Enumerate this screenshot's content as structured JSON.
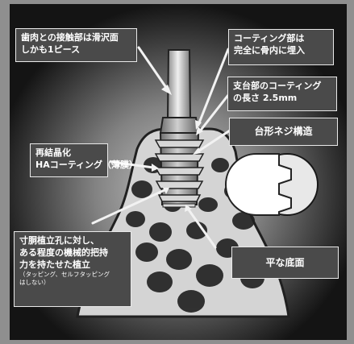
{
  "callouts": {
    "top_left": {
      "line1": "歯肉との接触部は滑沢面",
      "line2": "しかも1ピース"
    },
    "top_right": {
      "line1": "コーティング部は",
      "line2": "完全に骨内に埋入"
    },
    "abutment_coating": {
      "line1": "支台部のコーティング",
      "line2": "の長さ 2.5mm"
    },
    "thread": {
      "text": "台形ネジ構造"
    },
    "ha_coating": {
      "line1": "再結晶化",
      "line2": "HAコーティング（薄膜）"
    },
    "placement": {
      "line1": "寸胴植立孔に対し、",
      "line2": "ある程度の機械的把持",
      "line3": "力を持たせた植立",
      "note1": "（タッピング、セルフタッピング",
      "note2": "はしない）"
    },
    "flat_base": {
      "text": "平な底面"
    }
  },
  "colors": {
    "background_outer": "#8f8f8f",
    "panel": "#111111",
    "callout_fill": "#4a4a4a",
    "callout_border": "#e9e9e9",
    "arrow": "#f2f2f2",
    "bone": "#d7d7d7",
    "implant": "#c8c8c8"
  }
}
